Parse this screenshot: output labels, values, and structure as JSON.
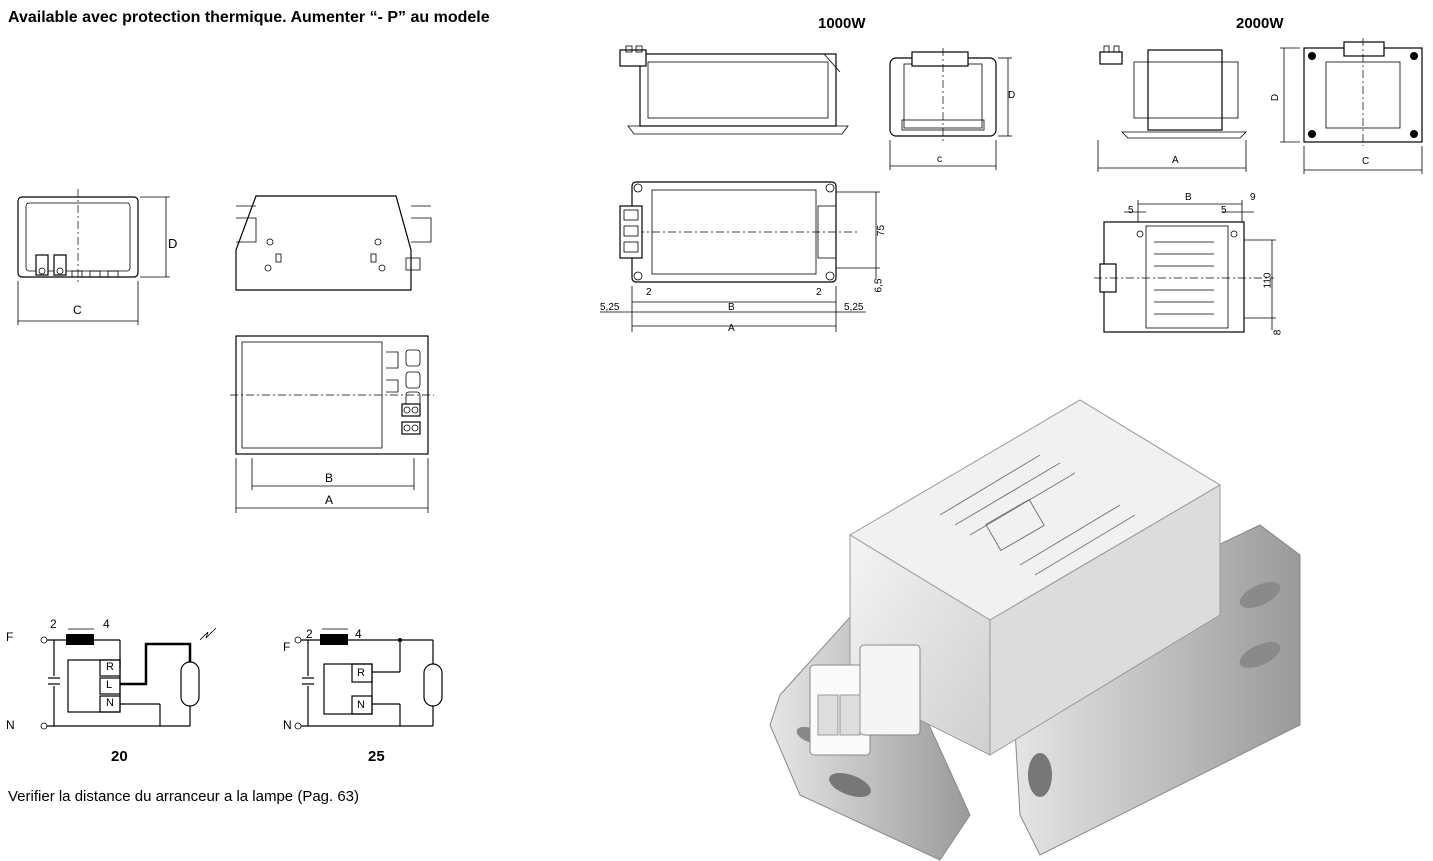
{
  "header": {
    "note_bold": "Available avec protection thermique",
    "note_tail": ". Aumenter “- P” au modele"
  },
  "models": {
    "w1000": "1000W",
    "w2000": "2000W"
  },
  "dims": {
    "A": "A",
    "B": "B",
    "C": "C",
    "D": "D",
    "c_small": "c",
    "v75": "75",
    "v2": "2",
    "v65": "6,5",
    "v525": "5,25",
    "v5": "5",
    "v9": "9",
    "v110": "110",
    "v8": "8"
  },
  "wiring": {
    "d20": {
      "label": "20",
      "terminals": [
        "2",
        "4"
      ],
      "line": "F",
      "neutral": "N",
      "igniter": [
        "R",
        "L",
        "N"
      ]
    },
    "d25": {
      "label": "25",
      "terminals": [
        "2",
        "4"
      ],
      "line": "F",
      "neutral": "N",
      "igniter": [
        "R",
        "N"
      ]
    }
  },
  "footer": {
    "note": "Verifier la distance du arranceur a la lampe (Pag. 63)"
  },
  "product_photo": {
    "icon": "ballast-photo"
  }
}
